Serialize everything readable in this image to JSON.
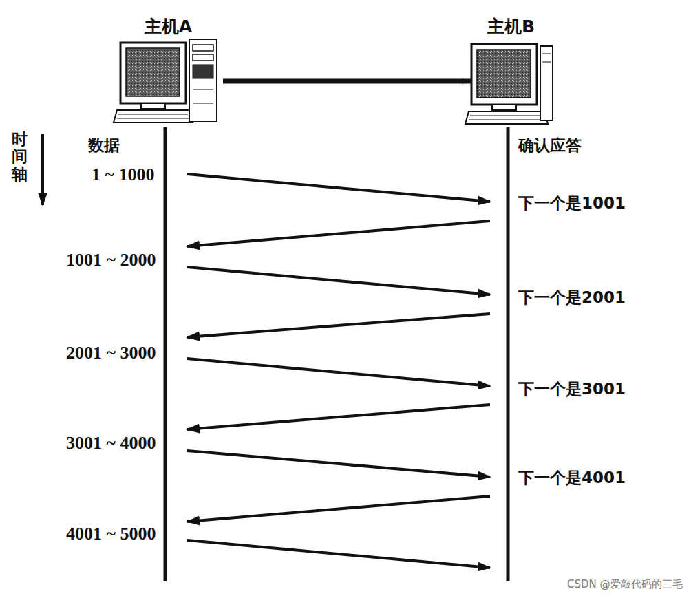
{
  "diagram": {
    "nodes": [
      {
        "text": [
          "主机A"
        ]
      },
      {
        "text": [
          "主机B"
        ]
      }
    ],
    "edges": [
      {
        "from": 0,
        "to": 1,
        "arrow": "none"
      }
    ],
    "labels": [
      "时间轴",
      "数据",
      "1 ~ 1000",
      "1001 ~ 2000",
      "2001 ~ 3000",
      "3001 ~ 4000",
      "4001 ~ 5000",
      "确认应答",
      "下一个是1001",
      "下一个是2001",
      "下一个是3001",
      "下一个是4001",
      "CSDN @爱敲代码的三毛"
    ]
  }
}
